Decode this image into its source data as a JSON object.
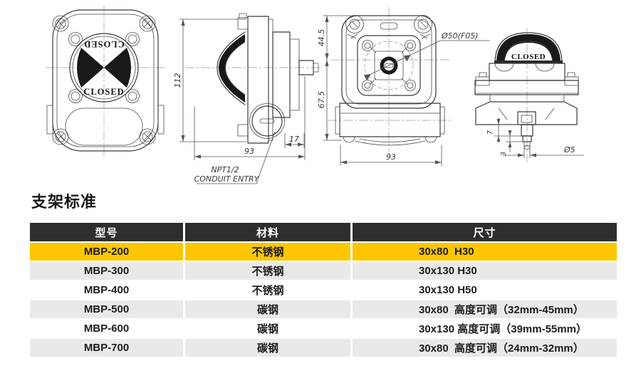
{
  "drawings": {
    "front_view": {
      "label_top": "CLOSED",
      "label_bottom": "CLOSED"
    },
    "side_view": {
      "dim_height": "112",
      "dim_width": "93",
      "dim_conduit_offset": "17",
      "conduit_label_line1": "NPT1/2",
      "conduit_label_line2": "CONDUIT ENTRY"
    },
    "back_view": {
      "dim_upper": "44.5",
      "dim_lower": "67.5",
      "dim_width": "93",
      "flange_label": "Ø50(F05)"
    },
    "dome_view": {
      "label": "CLOSED",
      "dim_shaft": "7",
      "dim_tip": "3",
      "dim_shaft_dia": "Ø5"
    }
  },
  "section": {
    "title": "支架标准"
  },
  "table": {
    "headers": [
      "型号",
      "材料",
      "尺寸"
    ],
    "rows": [
      {
        "model": "MBP-200",
        "material": "不锈钢",
        "size": "30x80  H30",
        "highlighted": true
      },
      {
        "model": "MBP-300",
        "material": "不锈钢",
        "size": "30x130 H30",
        "highlighted": false
      },
      {
        "model": "MBP-400",
        "material": "不锈钢",
        "size": "30x130 H50",
        "highlighted": false
      },
      {
        "model": "MBP-500",
        "material": "碳钢",
        "size": "30x80  高度可调（32mm-45mm）",
        "highlighted": false
      },
      {
        "model": "MBP-600",
        "material": "碳钢",
        "size": "30x130 高度可调（39mm-55mm）",
        "highlighted": false
      },
      {
        "model": "MBP-700",
        "material": "碳钢",
        "size": "30x80  高度可调（24mm-32mm）",
        "highlighted": false
      }
    ],
    "colors": {
      "header_bg": "#2e2e2e",
      "header_text": "#ffffff",
      "highlight_bg": "#fdc600",
      "alt_row_bg": "#e9e9e9",
      "row_bg": "#ffffff",
      "text": "#1d1d1d"
    }
  }
}
